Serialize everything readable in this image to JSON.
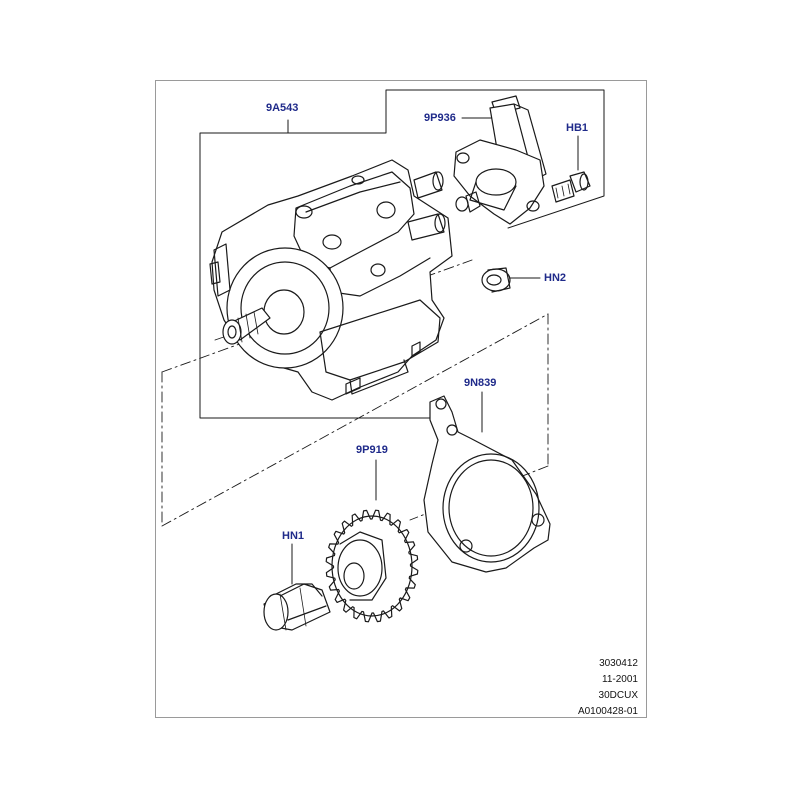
{
  "callouts": {
    "pump": "9A543",
    "sensor": "9P936",
    "bolt": "HB1",
    "nut": "HN2",
    "gasket": "9N839",
    "gear": "9P919",
    "hub_nut": "HN1"
  },
  "footer": {
    "line1": "3030412",
    "line2": "11-2001",
    "line3": "30DCUX",
    "line4": "A0100428-01"
  },
  "colors": {
    "callout_text": "#1f2a8a",
    "line_art": "#1a1a1a",
    "frame_border": "#9a9a9a"
  }
}
